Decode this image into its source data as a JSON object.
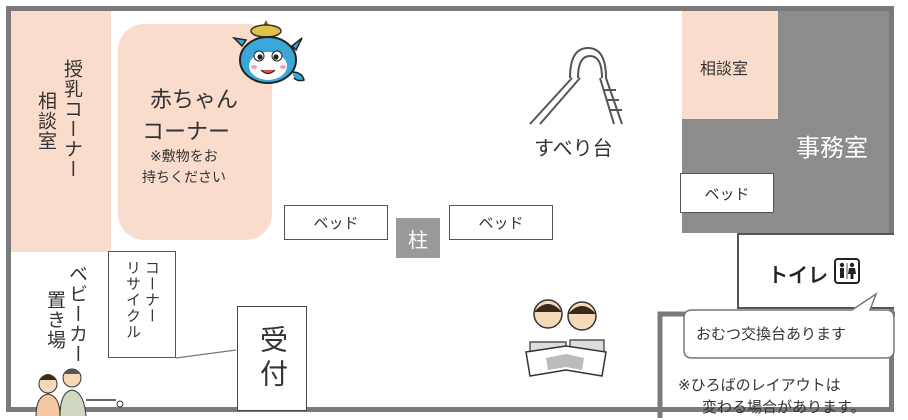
{
  "rooms": {
    "nursing_room_col1": "授乳コーナー",
    "nursing_room_col2": "相談室",
    "baby_corner_title_line1": "赤ちゃん",
    "baby_corner_title_line2": "コーナー",
    "baby_corner_note_line1": "※敷物をお",
    "baby_corner_note_line2": "持ちください",
    "consult_room": "相談室",
    "office": "事務室",
    "toilet": "トイレ",
    "pillar": "柱",
    "reception": "受付"
  },
  "items": {
    "bed_left": "ベッド",
    "bed_center": "ベッド",
    "bed_right": "ベッド",
    "slide": "すべり台",
    "stroller_col1": "ベビーカー",
    "stroller_col2": "置き場",
    "recycle_col1": "リサイクル",
    "recycle_col2": "コーナー"
  },
  "notes": {
    "diaper_table": "おむつ交換台あります",
    "layout_note_line1": "※ひろばのレイアウトは",
    "layout_note_line2": "変わる場合があります。"
  },
  "colors": {
    "peach": "#f9dccb",
    "office_grey": "#8c8c8c",
    "wall": "#7a7a7a"
  }
}
